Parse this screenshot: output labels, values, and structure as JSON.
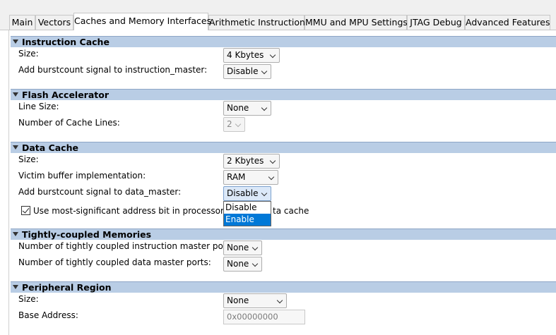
{
  "tabs": [
    {
      "label": "Main"
    },
    {
      "label": "Vectors"
    },
    {
      "label": "Caches and Memory Interfaces",
      "active": true
    },
    {
      "label": "Arithmetic Instructions"
    },
    {
      "label": "MMU and MPU Settings"
    },
    {
      "label": "JTAG Debug"
    },
    {
      "label": "Advanced Features"
    }
  ],
  "instruction_cache": {
    "title": "Instruction Cache",
    "size_label": "Size:",
    "size_value": "4 Kbytes",
    "burst_label": "Add burstcount signal to instruction_master:",
    "burst_value": "Disable"
  },
  "flash_accelerator": {
    "title": "Flash Accelerator",
    "line_size_label": "Line Size:",
    "line_size_value": "None",
    "cache_lines_label": "Number of Cache Lines:",
    "cache_lines_value": "2"
  },
  "data_cache": {
    "title": "Data Cache",
    "size_label": "Size:",
    "size_value": "2 Kbytes",
    "victim_label": "Victim buffer implementation:",
    "victim_value": "RAM",
    "burst_label": "Add burstcount signal to data_master:",
    "burst_value": "Disable",
    "msb_label_start": "Use most-significant address bit in processor to",
    "msb_label_end": "ta cache",
    "msb_checked": true
  },
  "dropdown": {
    "options": [
      "Disable",
      "Enable"
    ],
    "highlighted": "Enable"
  },
  "tightly_coupled": {
    "title": "Tightly-coupled Memories",
    "instr_ports_label": "Number of tightly coupled instruction master ports:",
    "instr_ports_value": "None",
    "data_ports_label": "Number of tightly coupled data master ports:",
    "data_ports_value": "None"
  },
  "peripheral_region": {
    "title": "Peripheral Region",
    "size_label": "Size:",
    "size_value": "None",
    "base_address_label": "Base Address:",
    "base_address_value": "0x00000000"
  },
  "colors": {
    "section_header": "#b9cde5",
    "selection": "#0078d7"
  }
}
